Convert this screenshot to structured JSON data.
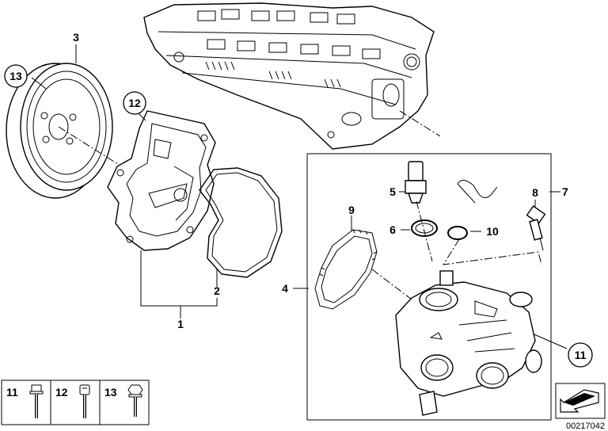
{
  "diagram": {
    "callouts": [
      {
        "id": "c3",
        "label": "3"
      },
      {
        "id": "c13",
        "label": "13"
      },
      {
        "id": "c12",
        "label": "12"
      },
      {
        "id": "c2",
        "label": "2"
      },
      {
        "id": "c1",
        "label": "1"
      },
      {
        "id": "c4",
        "label": "4"
      },
      {
        "id": "c9",
        "label": "9"
      },
      {
        "id": "c5",
        "label": "5"
      },
      {
        "id": "c6",
        "label": "6"
      },
      {
        "id": "c7",
        "label": "7"
      },
      {
        "id": "c8",
        "label": "8"
      },
      {
        "id": "c10",
        "label": "10"
      },
      {
        "id": "c11",
        "label": "11"
      }
    ],
    "legend": [
      {
        "label": "11",
        "icon": "hex-flange-bolt-icon"
      },
      {
        "label": "12",
        "icon": "socket-head-bolt-icon"
      },
      {
        "label": "13",
        "icon": "hex-bolt-icon"
      }
    ],
    "drawing_id": "00217042"
  }
}
